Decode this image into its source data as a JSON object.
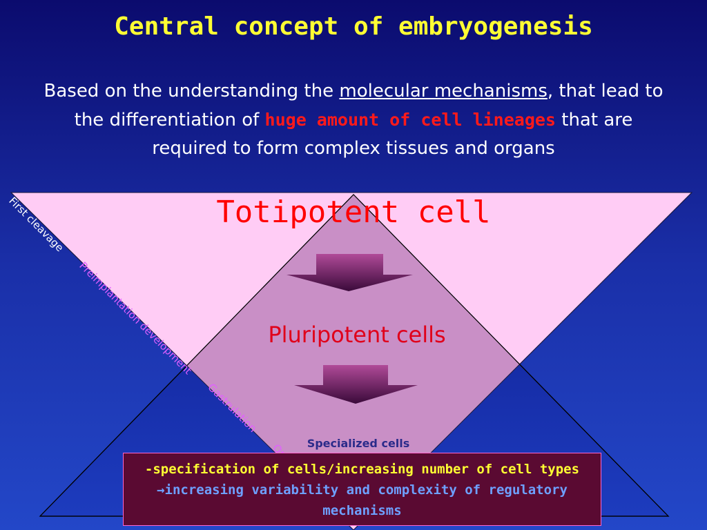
{
  "title": "Central concept of embryogenesis",
  "intro": {
    "part1": "Based on the understanding the ",
    "link": "molecular mechanisms",
    "part2": ", that lead to the differentiation of ",
    "highlight": "huge amount of cell lineages",
    "part3": " that are required to form complex tissues and organs"
  },
  "diagram": {
    "top_label": "Totipotent cell",
    "middle_label": "Pluripotent cells",
    "bottom_label": "Specialized cells",
    "stages": [
      "First cleavage",
      "Preimplantation development",
      "Gastrulation",
      "Organogenesis"
    ]
  },
  "summary": {
    "line1": "-specification of cells/increasing number of cell types",
    "arrow": "→",
    "line2": "increasing variability and complexity of regulatory mechanisms"
  },
  "colors": {
    "title": "#ffff33",
    "top_triangle": "#ffccf5",
    "overlap": "#c98fc6",
    "highlight": "#ff1a1a",
    "box": "#5a0a32"
  },
  "icons": [
    "down-arrow-icon",
    "down-arrow-icon"
  ]
}
